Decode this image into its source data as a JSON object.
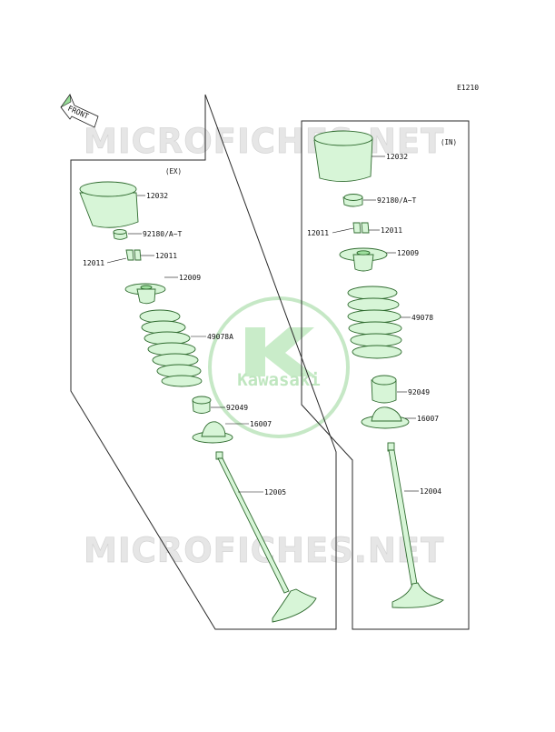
{
  "diagram_code": "E1210",
  "front_label": "FRONT",
  "watermark_text": "MICROFICHES.NET",
  "logo_text": "Kawasaki",
  "exhaust": {
    "group_label": "(EX)",
    "labels": {
      "tappet": "12032",
      "shim": "92180/A~T",
      "cotter_right": "12011",
      "cotter_left": "12011",
      "retainer": "12009",
      "spring": "49078A",
      "seal": "92049",
      "spring_seat": "16007",
      "valve": "12005"
    }
  },
  "intake": {
    "group_label": "(IN)",
    "labels": {
      "tappet": "12032",
      "shim": "92180/A~T",
      "cotter_left": "12011",
      "cotter_right": "12011",
      "retainer": "12009",
      "spring": "49078",
      "seal": "92049",
      "spring_seat": "16007",
      "valve": "12004"
    }
  },
  "colors": {
    "part_fill": "#d7f5d7",
    "part_dark": "#9fe09f",
    "part_stroke": "#2f6b2f",
    "logo": "#bfe6bf",
    "watermark": "#e6e6e6"
  }
}
